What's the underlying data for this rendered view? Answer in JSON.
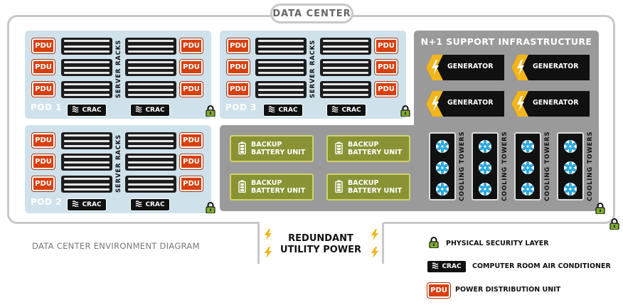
{
  "title": "DATA CENTER",
  "caption": "DATA CENTER ENVIRONMENT DIAGRAM",
  "pods": [
    {
      "name": "POD 1"
    },
    {
      "name": "POD 2"
    },
    {
      "name": "POD 3"
    }
  ],
  "labels": {
    "pdu": "PDU",
    "crac": "CRAC",
    "server_racks": "SERVER RACKS",
    "backup_line1": "BACKUP",
    "backup_line2": "BATTERY UNIT",
    "generator": "GENERATOR",
    "cooling_towers": "COOLING TOWERS"
  },
  "support": {
    "title": "N+1 SUPPORT INFRASTRUCTURE"
  },
  "utility": {
    "line1": "REDUNDANT",
    "line2": "UTILITY POWER"
  },
  "legend": [
    {
      "key": "lock",
      "text": "PHYSICAL SECURITY LAYER"
    },
    {
      "key": "crac",
      "text": "COMPUTER ROOM AIR CONDITIONER"
    },
    {
      "key": "pdu",
      "text": "POWER DISTRIBUTION UNIT"
    }
  ],
  "colors": {
    "pod_bg": "#cfe2ec",
    "pdu": "#d8400f",
    "battery": "#8a9334",
    "generator_accent": "#f2b51c",
    "frame": "#c8c8c8",
    "support_bg": "#9a9a9a",
    "fan": "#2aa7df"
  },
  "icons": [
    "lock-icon",
    "lightning-icon",
    "battery-icon",
    "fan-icon",
    "airflow-icon"
  ]
}
